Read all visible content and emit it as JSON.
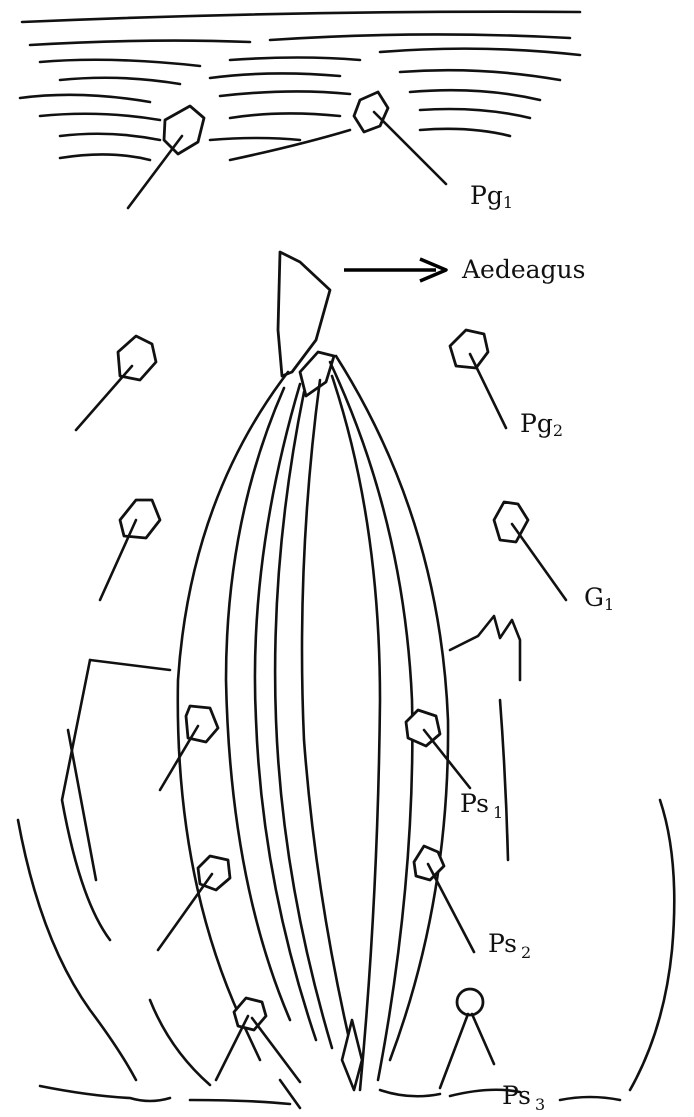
{
  "labels": {
    "pg1": {
      "base": "Pg",
      "sub": "1"
    },
    "aedeagus": "Aedeagus",
    "pg2": {
      "base": "Pg",
      "sub": "2"
    },
    "g1": {
      "base": "G",
      "sub": "1"
    },
    "ps1": {
      "base": "Ps",
      "sub": "1"
    },
    "ps2": {
      "base": "Ps",
      "sub": "2"
    },
    "ps3": {
      "base": "Ps",
      "sub": "3"
    }
  },
  "colors": {
    "ink": "#111111",
    "background": "#ffffff"
  }
}
